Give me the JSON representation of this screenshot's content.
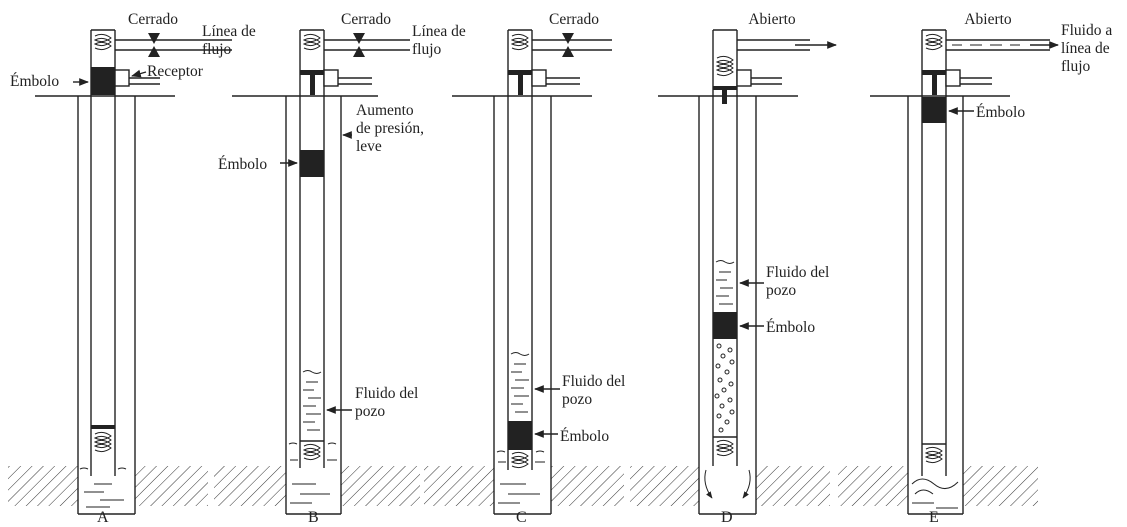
{
  "panels": [
    {
      "caption": "A",
      "valve": "Cerrado",
      "annotations": {
        "flowline": "Línea de\nflujo",
        "plunger": "Émbolo",
        "receiver": "Receptor"
      }
    },
    {
      "caption": "B",
      "valve": "Cerrado",
      "annotations": {
        "flowline": "Línea de\nflujo",
        "pressure": "Aumento\nde presión,\nleve",
        "plunger": "Émbolo",
        "fluid": "Fluido del\npozo"
      }
    },
    {
      "caption": "C",
      "valve": "Cerrado",
      "annotations": {
        "fluid": "Fluido del\npozo",
        "plunger": "Émbolo"
      }
    },
    {
      "caption": "D",
      "valve": "Abierto",
      "annotations": {
        "fluid": "Fluido del\npozo",
        "plunger": "Émbolo"
      }
    },
    {
      "caption": "E",
      "valve": "Abierto",
      "annotations": {
        "flowline": "Fluido a\nlínea de\nflujo",
        "plunger": "Émbolo"
      }
    }
  ],
  "colors": {
    "ink": "#222222",
    "plunger": "#222222",
    "background": "#ffffff"
  }
}
